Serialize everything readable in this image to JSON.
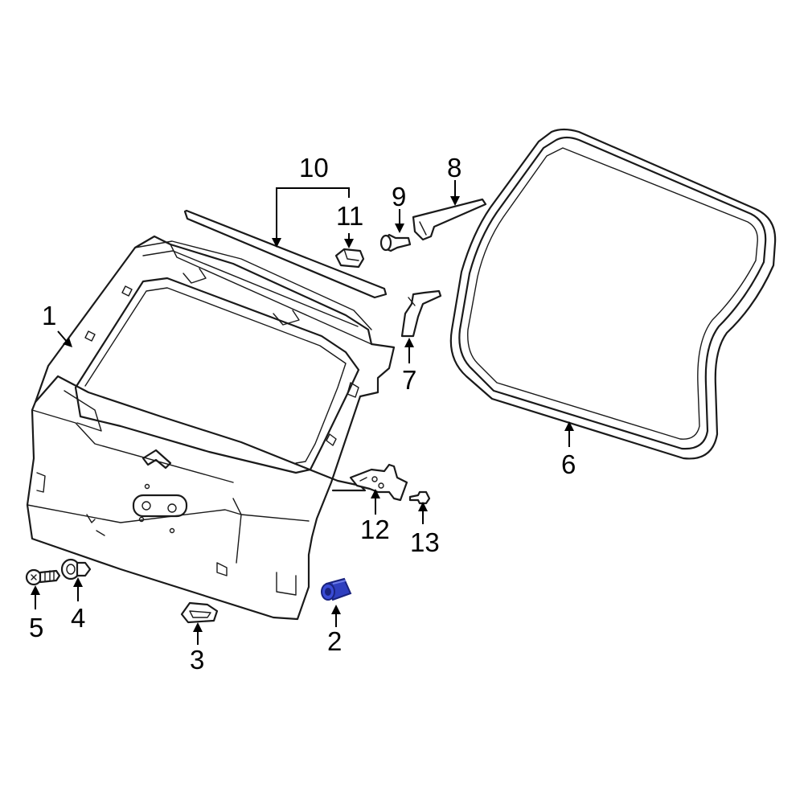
{
  "callouts": [
    {
      "id": "1",
      "text": "1"
    },
    {
      "id": "2",
      "text": "2"
    },
    {
      "id": "3",
      "text": "3"
    },
    {
      "id": "4",
      "text": "4"
    },
    {
      "id": "5",
      "text": "5"
    },
    {
      "id": "6",
      "text": "6"
    },
    {
      "id": "7",
      "text": "7"
    },
    {
      "id": "8",
      "text": "8"
    },
    {
      "id": "9",
      "text": "9"
    },
    {
      "id": "10",
      "text": "10"
    },
    {
      "id": "11",
      "text": "11"
    },
    {
      "id": "12",
      "text": "12"
    },
    {
      "id": "13",
      "text": "13"
    }
  ],
  "colors": {
    "line": "#1a1a1a",
    "highlight_part": "#2f3fbf",
    "highlight_part_dark": "#1a237e",
    "background": "#ffffff"
  },
  "highlighted_part": "2"
}
